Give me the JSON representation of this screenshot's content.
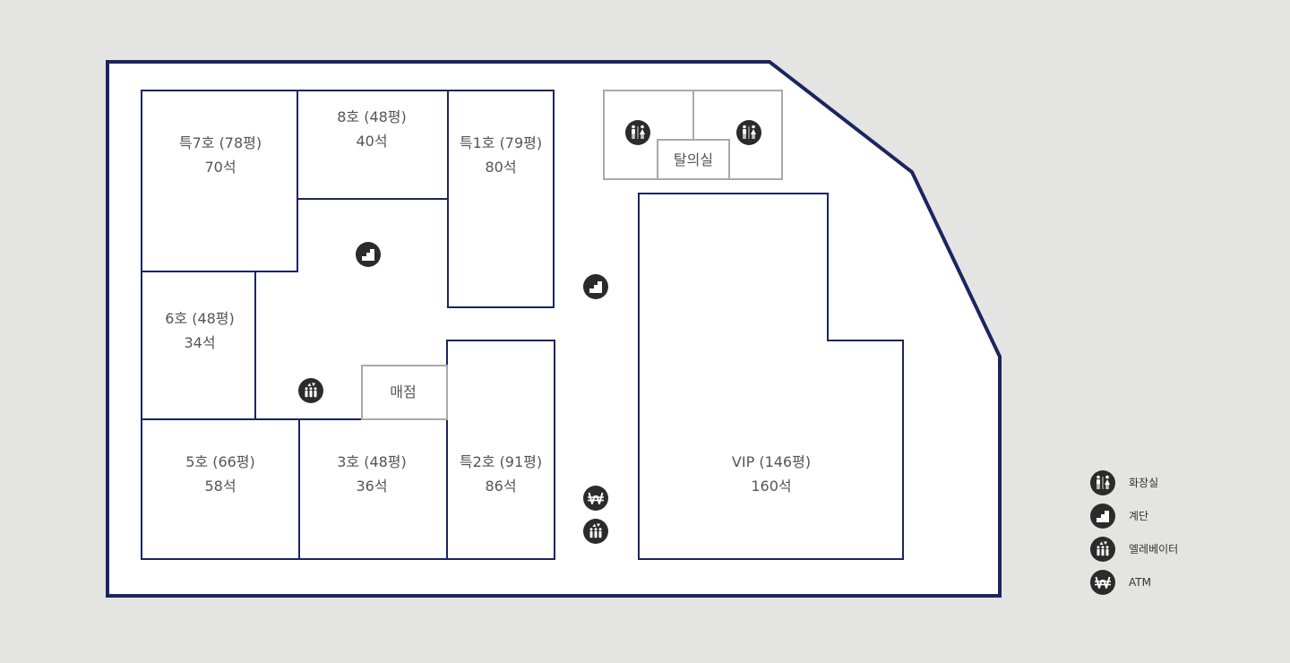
{
  "colors": {
    "background": "#e4e4e3",
    "building_fill": "#ffffff",
    "wall": "#1b2560",
    "minor_wall": "#a9a9a9",
    "icon_bg": "#2b2b2b",
    "text": "#555555"
  },
  "rooms": [
    {
      "name": "특7호 (78평)",
      "seats": "70석"
    },
    {
      "name": "8호 (48평)",
      "seats": "40석"
    },
    {
      "name": "특1호 (79평)",
      "seats": "80석"
    },
    {
      "name": "6호 (48평)",
      "seats": "34석"
    },
    {
      "name": "5호 (66평)",
      "seats": "58석"
    },
    {
      "name": "3호 (48평)",
      "seats": "36석"
    },
    {
      "name": "특2호 (91평)",
      "seats": "86석"
    },
    {
      "name": "VIP (146평)",
      "seats": "160석"
    }
  ],
  "facilities": {
    "store": "매점",
    "locker_room": "탈의실"
  },
  "map_icons": [
    "restroom-icon",
    "restroom-icon",
    "stairs-icon",
    "stairs-icon",
    "elevator-icon",
    "elevator-icon",
    "atm-icon"
  ],
  "legend": [
    {
      "icon": "restroom-icon",
      "label": "화장실"
    },
    {
      "icon": "stairs-icon",
      "label": "계단"
    },
    {
      "icon": "elevator-icon",
      "label": "엘레베이터"
    },
    {
      "icon": "atm-icon",
      "label": "ATM"
    }
  ]
}
